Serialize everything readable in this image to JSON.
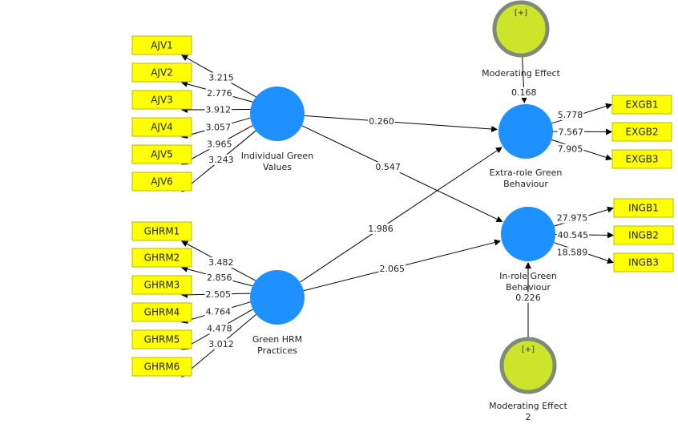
{
  "colors": {
    "construct": "#1e90ff",
    "indicator_fill": "#ffff00",
    "indicator_border": "#b8b800",
    "moderator_fill": "#cce52a",
    "moderator_border": "#7f8a78"
  },
  "constructs": {
    "igv": {
      "label_lines": [
        "Individual Green",
        "Values"
      ]
    },
    "ghrm": {
      "label_lines": [
        "Green HRM",
        "Practices"
      ]
    },
    "exgb": {
      "label_lines": [
        "Extra-role Green",
        "Behaviour"
      ]
    },
    "ingb": {
      "label_lines": [
        "In-role Green",
        "Behaviour"
      ]
    },
    "me1": {
      "label_lines": [
        "Moderating Effect"
      ],
      "marker": "[+]"
    },
    "me2": {
      "label_lines": [
        "Moderating Effect",
        "2"
      ],
      "marker": "[+]"
    }
  },
  "indicators": {
    "igv": [
      {
        "name": "AJV1",
        "weight": "3.215"
      },
      {
        "name": "AJV2",
        "weight": "2.776"
      },
      {
        "name": "AJV3",
        "weight": "3.912"
      },
      {
        "name": "AJV4",
        "weight": "3.057"
      },
      {
        "name": "AJV5",
        "weight": "3.965"
      },
      {
        "name": "AJV6",
        "weight": "3.243"
      }
    ],
    "ghrm": [
      {
        "name": "GHRM1",
        "weight": "3.482"
      },
      {
        "name": "GHRM2",
        "weight": "2.856"
      },
      {
        "name": "GHRM3",
        "weight": "2.505"
      },
      {
        "name": "GHRM4",
        "weight": "4.764"
      },
      {
        "name": "GHRM5",
        "weight": "4.478"
      },
      {
        "name": "GHRM6",
        "weight": "3.012"
      }
    ],
    "exgb": [
      {
        "name": "EXGB1",
        "weight": "5.778"
      },
      {
        "name": "EXGB2",
        "weight": "7.567"
      },
      {
        "name": "EXGB3",
        "weight": "7.905"
      }
    ],
    "ingb": [
      {
        "name": "INGB1",
        "weight": "27.975"
      },
      {
        "name": "INGB2",
        "weight": "40.545"
      },
      {
        "name": "INGB3",
        "weight": "18.589"
      }
    ]
  },
  "paths": [
    {
      "from": "igv",
      "to": "exgb",
      "value": "0.260"
    },
    {
      "from": "igv",
      "to": "ingb",
      "value": "0.547"
    },
    {
      "from": "ghrm",
      "to": "exgb",
      "value": "1.986"
    },
    {
      "from": "ghrm",
      "to": "ingb",
      "value": "2.065"
    },
    {
      "from": "me1",
      "to": "exgb",
      "value": "0.168"
    },
    {
      "from": "me2",
      "to": "ingb",
      "value": "0.226"
    }
  ]
}
